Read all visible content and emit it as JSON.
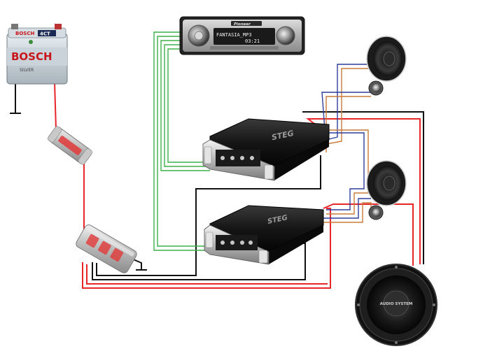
{
  "battery": {
    "brand_top": "BOSCH",
    "code": "4CT",
    "brand_label": "BOSCH",
    "line_label": "SILVER"
  },
  "head_unit": {
    "brand": "Pioneer",
    "lcd_line1": "FANTASIA_MP3",
    "lcd_time": "03:21"
  },
  "amplifiers": [
    {
      "brand": "STEG"
    },
    {
      "brand": "STEG"
    }
  ],
  "subwoofer": {
    "brand": "AUDIO SYSTEM"
  },
  "colors": {
    "power": "#e8262a",
    "ground": "#111111",
    "rca": "#3cb04a",
    "speaker_blue": "#2e3f9a",
    "speaker_orange": "#c87a3a"
  }
}
